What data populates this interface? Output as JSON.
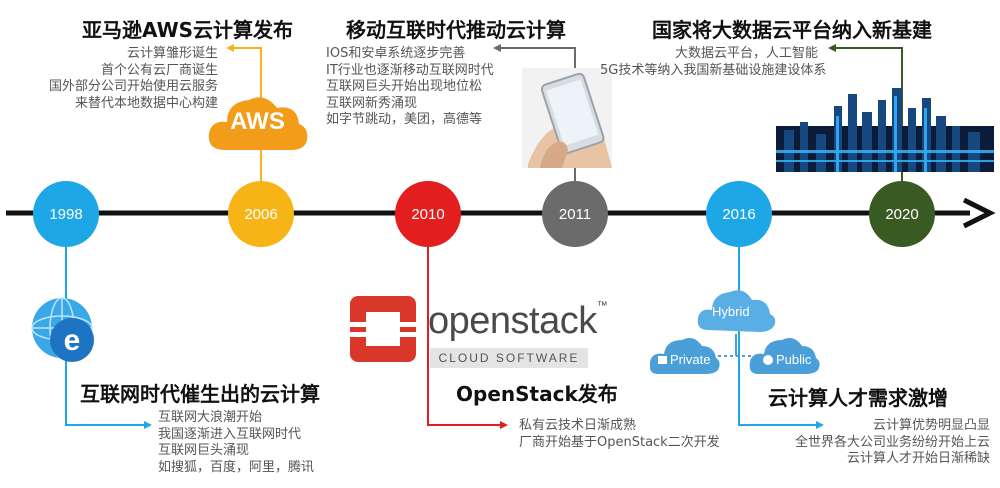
{
  "colors": {
    "1998": "#1ea7e6",
    "2006": "#f6b416",
    "2010": "#e21e1e",
    "2011": "#6b6b6b",
    "2016": "#1ea7e6",
    "2020": "#3a5a23",
    "axis": "#111111"
  },
  "events": {
    "e1998": {
      "year": "1998",
      "title": "互联网时代催生出的云计算",
      "lines": [
        "互联网大浪潮开始",
        "我国逐渐进入互联网时代",
        "互联网巨头涌现",
        "如搜狐，百度，阿里，腾讯"
      ],
      "icon": "ie-globe-icon"
    },
    "e2006": {
      "year": "2006",
      "title": "亚马逊AWS云计算发布",
      "lines": [
        "云计算雏形诞生",
        "首个公有云厂商诞生",
        "国外部分公司开始使用云服务",
        "来替代本地数据中心构建"
      ],
      "logo_text": "AWS"
    },
    "e2010": {
      "year": "2010",
      "title": "OpenStack发布",
      "lines": [
        "私有云技术日渐成熟",
        "厂商开始基于OpenStack二次开发"
      ],
      "logo_main": "openstack",
      "logo_tm": "™",
      "logo_sub": "CLOUD SOFTWARE"
    },
    "e2011": {
      "year": "2011",
      "title": "移动互联时代推动云计算",
      "lines": [
        "IOS和安卓系统逐步完善",
        "IT行业也逐渐移动互联网时代",
        "互联网巨头开始出现地位松",
        "互联网新秀涌现",
        "如字节跳动，美团，高德等"
      ],
      "icon": "mobile-hand-icon"
    },
    "e2016": {
      "year": "2016",
      "title": "云计算人才需求激增",
      "lines": [
        "云计算优势明显凸显",
        "全世界各大公司业务纷纷开始上云",
        "云计算人才开始日渐稀缺"
      ],
      "cloud_hybrid": "Hybrid",
      "cloud_private": "Private",
      "cloud_public": "Public"
    },
    "e2020": {
      "year": "2020",
      "title": "国家将大数据云平台纳入新基建",
      "lines": [
        "大数据云平台，人工智能",
        "5G技术等纳入我国新基础设施建设体系"
      ],
      "icon": "city-skyline-icon"
    }
  }
}
